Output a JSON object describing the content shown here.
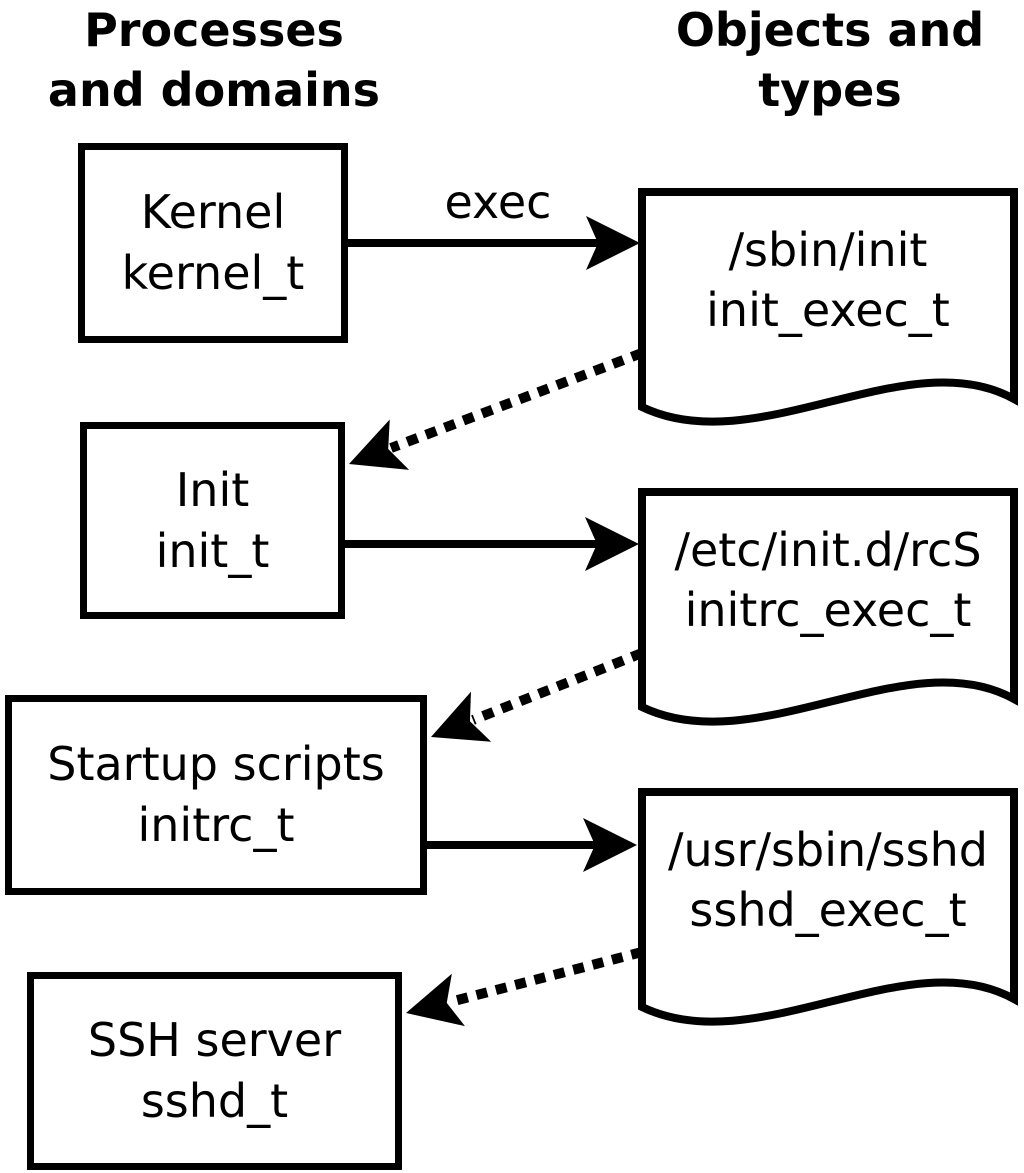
{
  "diagram": {
    "left_header": {
      "line1": "Processes",
      "line2": "and domains"
    },
    "right_header": {
      "line1": "Objects and",
      "line2": "types"
    },
    "exec_label": "exec",
    "processes": [
      {
        "name": "Kernel",
        "type": "kernel_t"
      },
      {
        "name": "Init",
        "type": "init_t"
      },
      {
        "name": "Startup scripts",
        "type": "initrc_t"
      },
      {
        "name": "SSH server",
        "type": "sshd_t"
      }
    ],
    "objects": [
      {
        "path": "/sbin/init",
        "type": "init_exec_t"
      },
      {
        "path": "/etc/init.d/rcS",
        "type": "initrc_exec_t"
      },
      {
        "path": "/usr/sbin/sshd",
        "type": "sshd_exec_t"
      }
    ],
    "colors": {
      "ink": "#000000",
      "background": "#ffffff"
    }
  }
}
